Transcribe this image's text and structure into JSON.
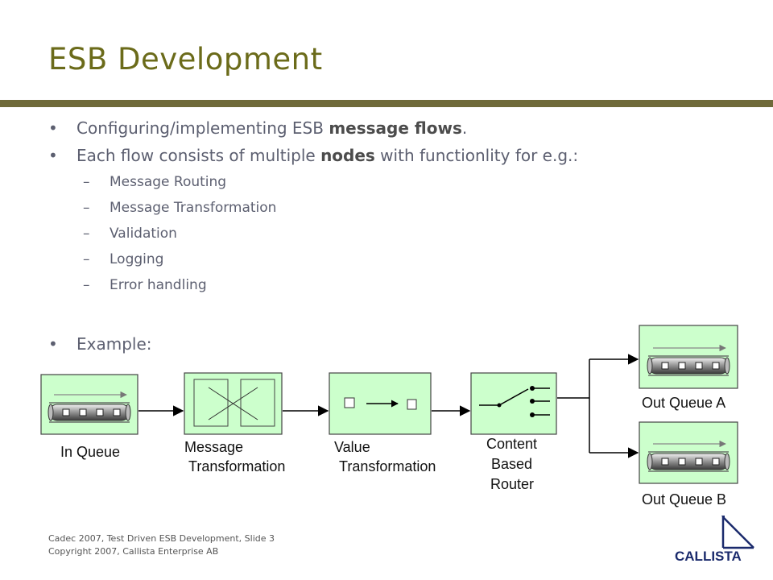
{
  "slide": {
    "title": "ESB Development"
  },
  "bullets": {
    "b1_pre": "Configuring/implementing ESB ",
    "b1_bold": "message flows",
    "b1_post": ".",
    "b2_pre": "Each flow consists of multiple ",
    "b2_bold": "nodes",
    "b2_post": " with functionlity for e.g.:",
    "subitems": [
      "Message Routing",
      "Message Transformation",
      "Validation",
      "Logging",
      "Error handling"
    ],
    "example": "Example:"
  },
  "diagram": {
    "in_queue": "In Queue",
    "message_transformation": [
      "Message",
      "Transformation"
    ],
    "value_transformation": [
      "Value",
      "Transformation"
    ],
    "router": [
      "Content",
      "Based",
      "Router"
    ],
    "out_queue_a": "Out Queue A",
    "out_queue_b": "Out Queue B",
    "box_fill": "#ccffcc"
  },
  "footer": {
    "line1": "Cadec 2007, Test Driven ESB Development, Slide 3",
    "line2": "Copyright  2007, Callista Enterprise AB"
  },
  "logo": {
    "text": "CALLISTA"
  },
  "colors": {
    "title": "#6b6b1a",
    "rule": "#6f6a3a",
    "body_text": "#5c5f70"
  }
}
